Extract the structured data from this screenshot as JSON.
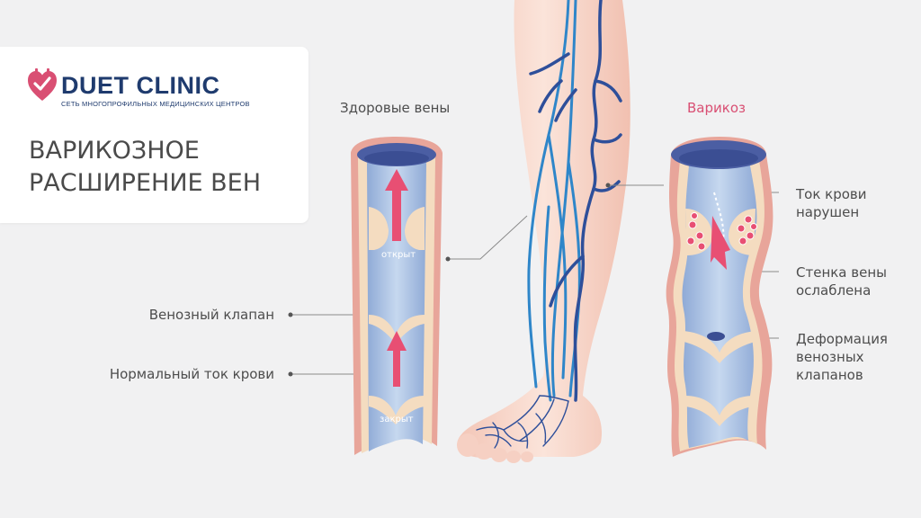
{
  "brand": {
    "name": "DUET CLINIC",
    "tagline": "СЕТЬ МНОГОПРОФИЛЬНЫХ МЕДИЦИНСКИХ ЦЕНТРОВ",
    "logo_color": "#d94f73",
    "text_color": "#1f3b6e"
  },
  "title": {
    "line1": "ВАРИКОЗНОЕ",
    "line2": "РАСШИРЕНИЕ ВЕН"
  },
  "healthy": {
    "heading": "Здоровые вены",
    "valve_open": "открыт",
    "valve_closed": "закрыт",
    "label_valve": "Венозный клапан",
    "label_flow": "Нормальный ток крови"
  },
  "varicose": {
    "heading": "Варикоз",
    "heading_color": "#d94f73",
    "label_flow": {
      "line1": "Ток крови",
      "line2": "нарушен"
    },
    "label_wall": {
      "line1": "Стенка вены",
      "line2": "ослаблена"
    },
    "label_valves": {
      "line1": "Деформация",
      "line2": "венозных",
      "line3": "клапанов"
    }
  },
  "colors": {
    "background": "#f1f1f2",
    "vein_blue": "#2f86c9",
    "varicose_vein": "#2e4f9a",
    "skin": "#f8d8cc",
    "arrow": "#e84f73"
  }
}
